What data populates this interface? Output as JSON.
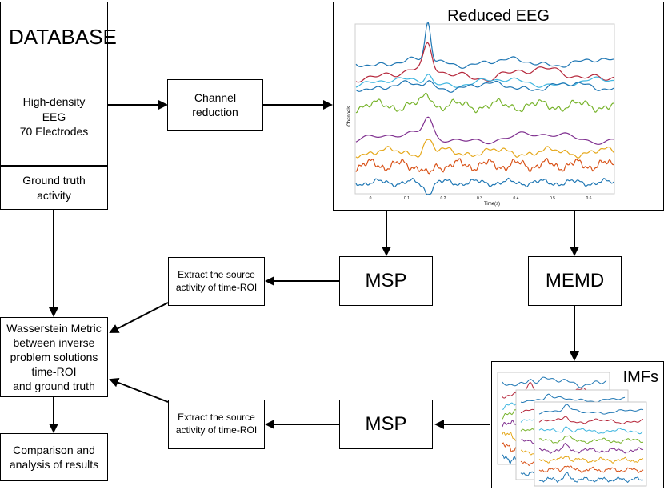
{
  "database": {
    "title": "DATABASE",
    "body": "High-density\nEEG\n70 Electrodes",
    "ground_truth": "Ground truth\nactivity"
  },
  "channel_reduction": "Channel\nreduction",
  "reduced_eeg": {
    "title": "Reduced EEG",
    "ylabel": "Channels",
    "xlabel": "Time(s)",
    "ticks": [
      "0",
      "0.1",
      "0.2",
      "0.3",
      "0.4",
      "0.5",
      "0.6"
    ]
  },
  "msp_top": "MSP",
  "memd": "MEMD",
  "msp_bottom": "MSP",
  "extract_top": "Extract the source\nactivity of time-ROI",
  "extract_bottom": "Extract the source\nactivity of time-ROI",
  "wasserstein": "Wasserstein Metric\nbetween inverse\nproblem solutions\ntime-ROI\nand ground truth",
  "comparison": "Comparison and\nanalysis of results",
  "imfs": {
    "title": "IMFs"
  },
  "colors": {
    "blue": "#1f77b4",
    "red": "#b5263a",
    "lightblue": "#3fb6e0",
    "green": "#77b32b",
    "purple": "#7f2f8f",
    "yellow": "#e5a81b",
    "orange": "#d95319"
  }
}
